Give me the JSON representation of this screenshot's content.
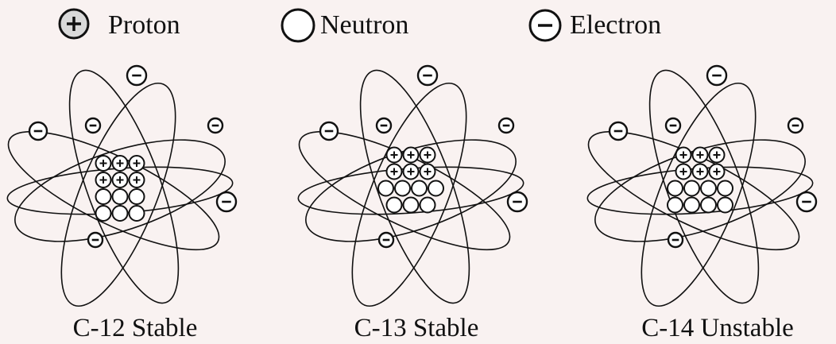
{
  "legend": {
    "proton_label": "Proton",
    "neutron_label": "Neutron",
    "electron_label": "Electron"
  },
  "particle_symbols": {
    "proton": "+",
    "electron": "−"
  },
  "colors": {
    "background": "#f9f2f1",
    "line": "#111111",
    "proton_fill_legend": "#d9d9d9",
    "particle_fill": "#ffffff"
  },
  "atoms": [
    {
      "caption": "C-12 Stable",
      "protons": 6,
      "neutrons": 6,
      "electrons": 6
    },
    {
      "caption": "C-13 Stable",
      "protons": 6,
      "neutrons": 7,
      "electrons": 6
    },
    {
      "caption": "C-14 Unstable",
      "protons": 6,
      "neutrons": 8,
      "electrons": 6
    }
  ]
}
